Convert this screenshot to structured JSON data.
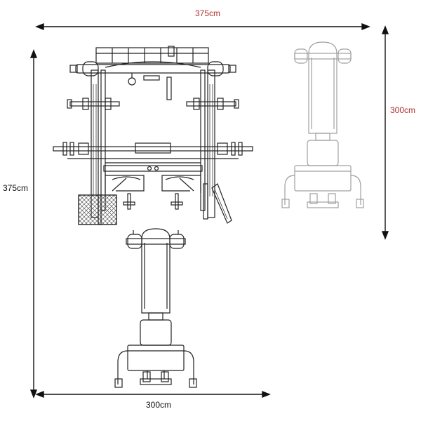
{
  "dimensions": {
    "top_width": "375cm",
    "right_height": "300cm",
    "left_height": "375cm",
    "bottom_width": "300cm"
  },
  "colors": {
    "accent_label": "#b03030",
    "black_label": "#111111",
    "line": "#222222",
    "faded_line": "#a0a0a0"
  },
  "illustration": {
    "icon_names": [
      "power-rack-icon",
      "weight-bench-icon",
      "weight-bench-faded-icon"
    ]
  }
}
